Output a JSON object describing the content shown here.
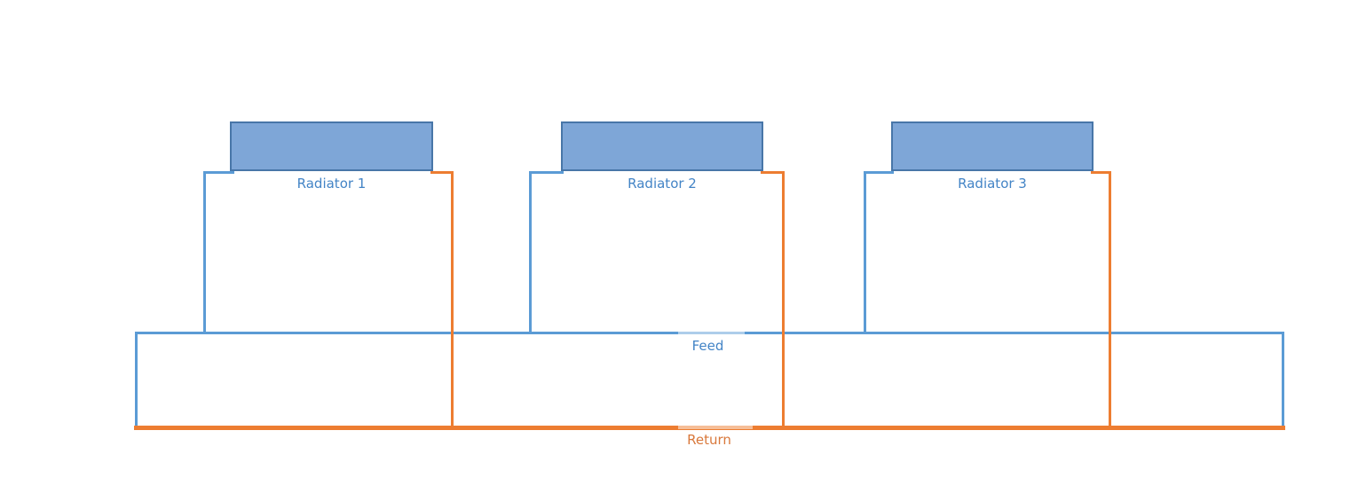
{
  "diagram": {
    "radiators": [
      {
        "label": "Radiator 1"
      },
      {
        "label": "Radiator 2"
      },
      {
        "label": "Radiator 3"
      }
    ],
    "pipes": {
      "feed_label": "Feed",
      "return_label": "Return"
    },
    "icons": [],
    "colors": {
      "feed_line": "#5B9BD5",
      "return_line": "#ED7D31",
      "radiator_fill": "#7EA6D7",
      "radiator_border": "#4876A8",
      "feed_text": "#4384C6",
      "return_text": "#D9783B",
      "radiator_text": "#4384C6"
    }
  }
}
